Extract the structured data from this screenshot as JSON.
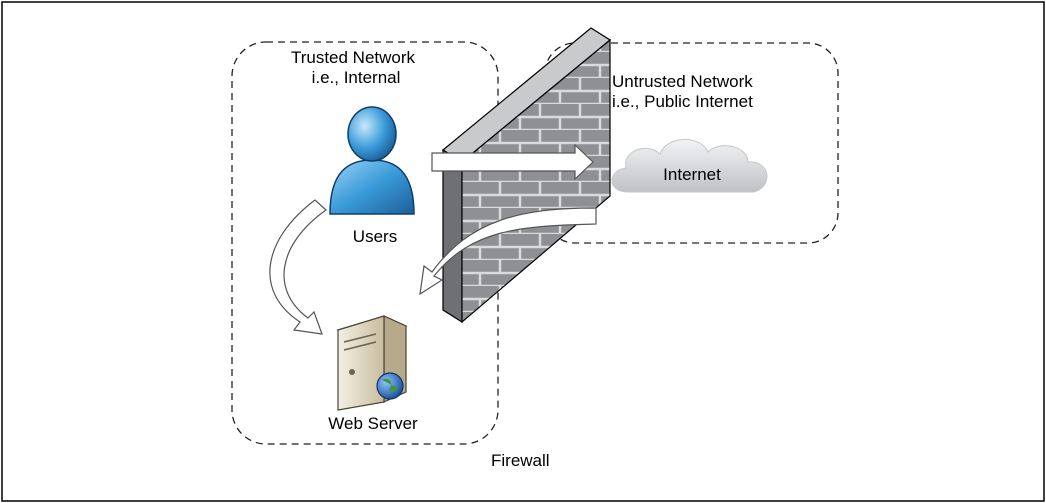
{
  "trusted_zone": {
    "title_line1": "Trusted Network",
    "title_line2": "i.e., Internal"
  },
  "untrusted_zone": {
    "title_line1": "Untrusted Network",
    "title_line2": "i.e., Public Internet"
  },
  "nodes": {
    "users": "Users",
    "web_server": "Web Server",
    "internet": "Internet",
    "firewall": "Firewall"
  },
  "colors": {
    "user_blue": "#3a9ad9",
    "wall_gray": "#8e9093",
    "cloud_gray": "#dcdde0",
    "server_beige": "#e6ddc8",
    "globe_blue": "#2f6fbf",
    "globe_green": "#3c9a3c"
  },
  "icons": {
    "users": "user-icon",
    "web_server": "server-icon",
    "internet": "cloud-icon",
    "firewall": "brick-wall-icon"
  }
}
